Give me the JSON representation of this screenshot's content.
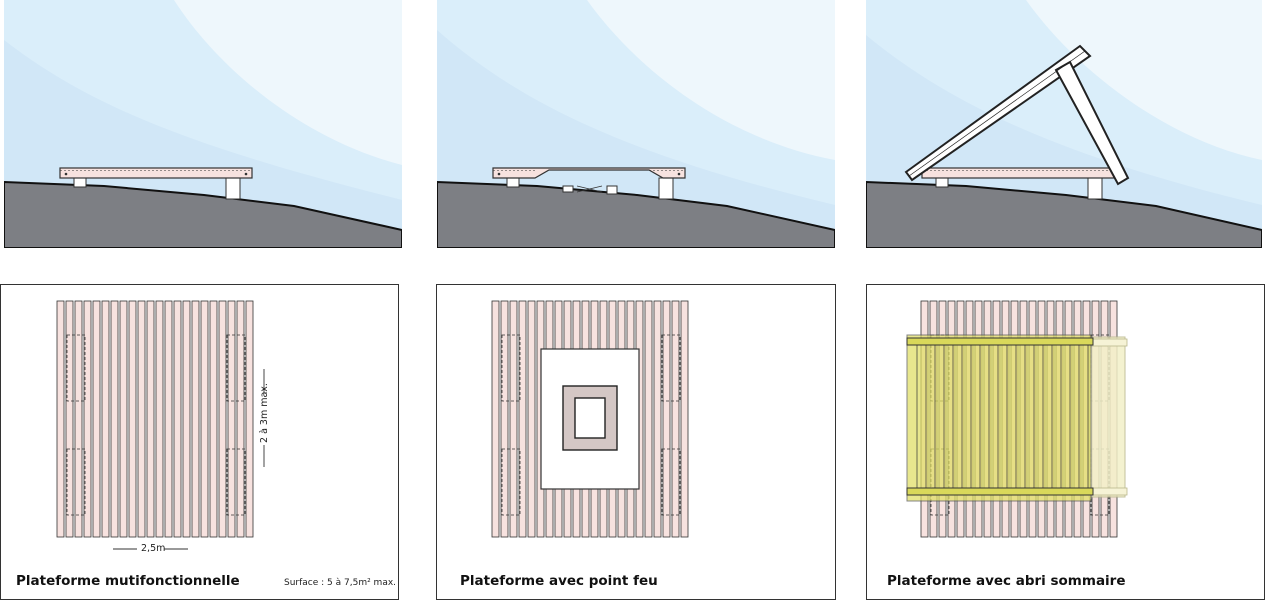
{
  "panels": [
    {
      "caption": "Plateforme mutifonctionnelle",
      "note": "Surface : 5 à 7,5m² max."
    },
    {
      "caption": "Plateforme avec point feu"
    },
    {
      "caption": "Plateforme avec abri sommaire"
    }
  ],
  "dimensions": {
    "width_label": "2,5m",
    "length_label": "2 à 3m max."
  },
  "colors": {
    "sky_light": "#e8f4fb",
    "sky_mid": "#d6ebf8",
    "ground": "#7d7f84",
    "deck": "#f7e2df",
    "outline": "#333333",
    "roof_yellow": "#e0df63"
  }
}
